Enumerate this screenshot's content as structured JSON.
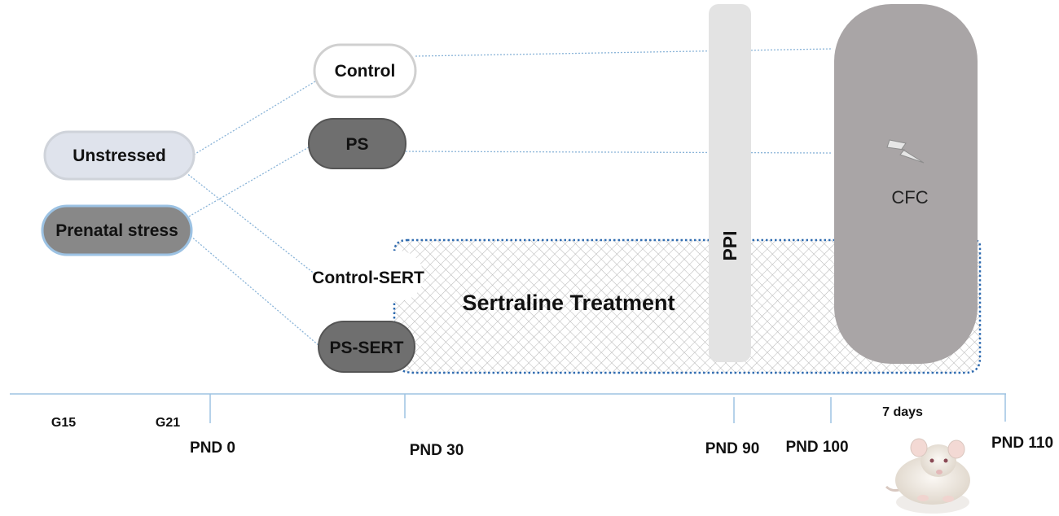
{
  "groups": {
    "unstressed": "Unstressed",
    "prenatal_stress": "Prenatal stress",
    "control": "Control",
    "ps": "PS",
    "control_sert": "Control-SERT",
    "ps_sert": "PS-SERT"
  },
  "treatment": {
    "label": "Sertraline Treatment"
  },
  "tests": {
    "ppi": "PPI",
    "cfc": "CFC"
  },
  "timeline": {
    "g15": "G15",
    "g21": "G21",
    "pnd0": "PND 0",
    "pnd30": "PND 30",
    "pnd90": "PND 90",
    "pnd100": "PND 100",
    "pnd110": "PND 110",
    "duration": "7 days"
  },
  "colors": {
    "unstressed_fill": "#dfe3ec",
    "prenatal_fill": "#888888",
    "ps_fill": "#6f6f6f",
    "cfc_fill": "#a9a5a6",
    "ppi_fill": "#e3e3e3",
    "connector": "#8ab4d8",
    "timeline": "#9ec3e2"
  },
  "icons": {
    "shock": "lightning-bolt-icon",
    "subject": "rat-icon"
  }
}
